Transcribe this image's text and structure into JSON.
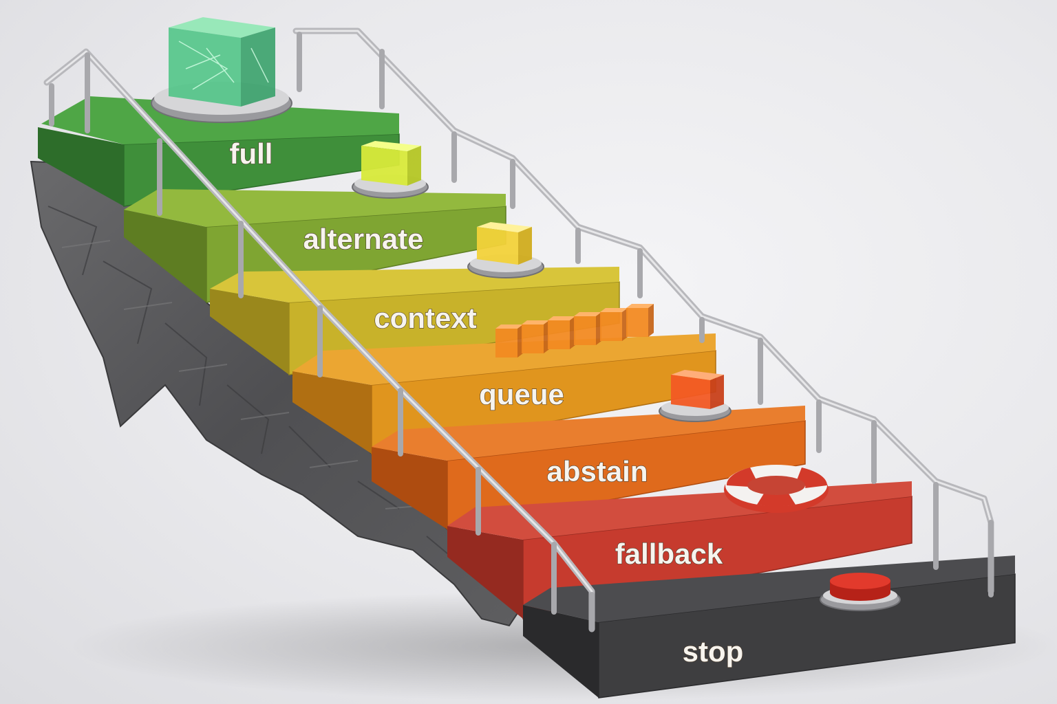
{
  "steps": [
    {
      "label": "full",
      "color": "#3f8f3a",
      "top": "#4fa646",
      "dark": "#2d6d2a"
    },
    {
      "label": "alternate",
      "color": "#7fa532",
      "top": "#93b93e",
      "dark": "#5e7d22"
    },
    {
      "label": "context",
      "color": "#c8b22a",
      "top": "#d8c53a",
      "dark": "#9a881c"
    },
    {
      "label": "queue",
      "color": "#e0951e",
      "top": "#eba632",
      "dark": "#b06f12"
    },
    {
      "label": "abstain",
      "color": "#df6a1c",
      "top": "#e97e2e",
      "dark": "#ae4c10"
    },
    {
      "label": "fallback",
      "color": "#c63b2e",
      "top": "#d24d3e",
      "dark": "#952a20"
    },
    {
      "label": "stop",
      "color": "#3e3e40",
      "top": "#4c4c4f",
      "dark": "#2a2a2c"
    }
  ],
  "icons": {
    "full": "large-green-cube-icon",
    "alternate": "lime-cube-icon",
    "context": "yellow-cube-icon",
    "queue": "orange-cube-row-icon",
    "abstain": "red-orange-cube-icon",
    "fallback": "life-ring-icon",
    "stop": "red-stop-button-icon"
  },
  "queue_cube_count": 6,
  "rock_color": "#5a5a5c"
}
